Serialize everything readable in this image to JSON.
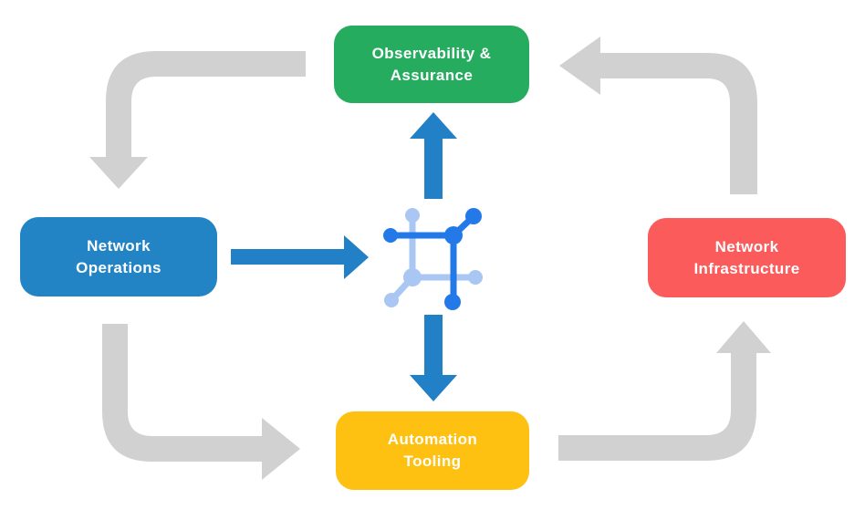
{
  "colors": {
    "background": "#FFFFFF",
    "box_green": "#25AC5E",
    "box_blue": "#2283C5",
    "box_red": "#FC5B5C",
    "box_yellow": "#FEC111",
    "label_text": "#FFFFFF",
    "arrow_gray": "#D1D1D1",
    "arrow_blue": "#2180C6",
    "icon_blue_dark": "#2379E8",
    "icon_blue_light": "#A9C7F2"
  },
  "nodes": {
    "observability": {
      "lines": [
        "Observability &",
        "Assurance"
      ],
      "color": "#25AC5E"
    },
    "operations": {
      "lines": [
        "Network",
        "Operations"
      ],
      "color": "#2283C5"
    },
    "infrastructure": {
      "lines": [
        "Network",
        "Infrastructure"
      ],
      "color": "#FC5B5C"
    },
    "automation": {
      "lines": [
        "Automation",
        "Tooling"
      ],
      "color": "#FEC111"
    }
  },
  "icon": {
    "name": "network-hub-icon"
  },
  "edges": [
    {
      "from": "Observability & Assurance",
      "to": "Network Operations",
      "style": "gray-cycle"
    },
    {
      "from": "Network Operations",
      "to": "Automation Tooling",
      "style": "gray-cycle"
    },
    {
      "from": "Automation Tooling",
      "to": "Network Infrastructure",
      "style": "gray-cycle"
    },
    {
      "from": "Network Infrastructure",
      "to": "Observability & Assurance",
      "style": "gray-cycle"
    },
    {
      "from": "Network Operations",
      "to": "network-hub",
      "style": "blue"
    },
    {
      "from": "network-hub",
      "to": "Observability & Assurance",
      "style": "blue"
    },
    {
      "from": "network-hub",
      "to": "Automation Tooling",
      "style": "blue"
    }
  ]
}
